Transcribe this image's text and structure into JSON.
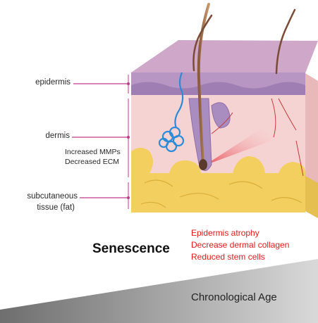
{
  "labels": {
    "epidermis": "epidermis",
    "dermis": "dermis",
    "subcutaneous_line1": "subcutaneous",
    "subcutaneous_line2": "tissue (fat)"
  },
  "dermis_changes": [
    "Increased MMPs",
    "Decreased ECM"
  ],
  "senescence": {
    "title": "Senescence",
    "effects": [
      "Epidermis atrophy",
      "Decrease dermal collagen",
      "Reduced stem cells"
    ]
  },
  "age_axis_label": "Chronological Age",
  "colors": {
    "effects_text": "#e21a1a",
    "leader_lines": "#c23a8a",
    "epidermis": "#b796c4",
    "dermis": "#f6d3d3",
    "fat": "#f2cf5e",
    "gradient_dark": "#6e6e6e",
    "gradient_light": "#d9d9d9"
  }
}
